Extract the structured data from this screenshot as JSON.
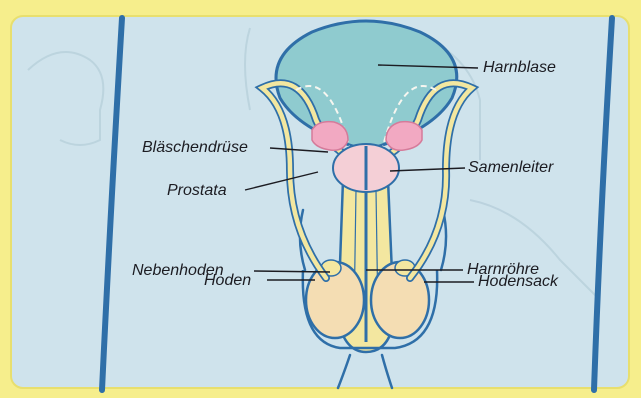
{
  "labels": {
    "harnblase": "Harnblase",
    "blaeschendruese": "Bläschendrüse",
    "samenleiter": "Samenleiter",
    "prostata": "Prostata",
    "nebenhoden": "Nebenhoden",
    "harnroehre": "Harnröhre",
    "hoden": "Hoden",
    "hodensack": "Hodensack"
  },
  "colors": {
    "frame": "#f6ee8c",
    "panel": "#cfe3ec",
    "outline": "#2f6fa8",
    "bladder": "#8fcbcf",
    "gland_pink": "#f2a9c2",
    "prostate": "#f4cfd6",
    "duct_yellow": "#f3e7a0",
    "testis": "#f4ddb3"
  },
  "icons": [
    "background-figure-silhouette",
    "anatomy-illustration"
  ]
}
